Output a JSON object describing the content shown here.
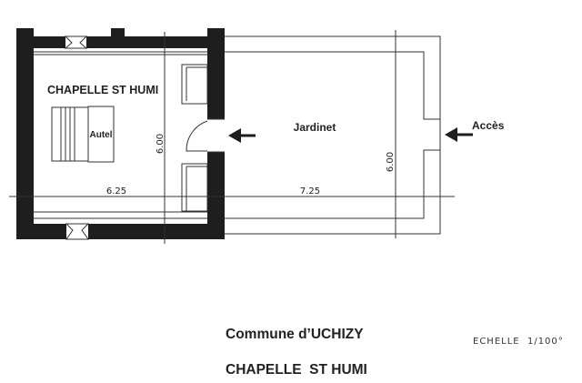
{
  "plan": {
    "chapel_label": "CHAPELLE ST HUMI",
    "altar_label": "Autel",
    "garden_label": "Jardinet",
    "access_label": "Accès",
    "dimensions": {
      "chapel_width": "6.25",
      "chapel_depth": "6.00",
      "garden_width": "7.25",
      "garden_depth": "6.00"
    }
  },
  "caption": {
    "commune": "Commune d’UCHIZY",
    "building": "CHAPELLE  ST HUMI",
    "scale": "ECHELLE  1/100°"
  },
  "colors": {
    "wall": "#1e1e1e",
    "line": "#333333"
  }
}
